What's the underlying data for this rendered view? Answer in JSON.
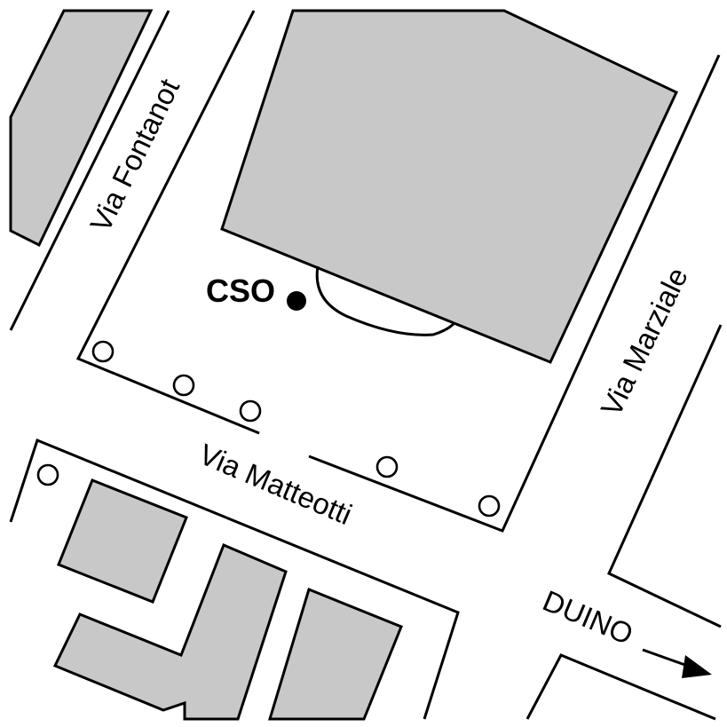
{
  "streets": {
    "fontanot": "Via Fontanot",
    "marziale": "Via Marziale",
    "matteotti": "Via Matteotti"
  },
  "station": {
    "label": "CSO",
    "marker_color": "#000000"
  },
  "direction": {
    "label": "DUINO",
    "arrow": "right-arrow-icon"
  },
  "colors": {
    "building": "#c8c8c8",
    "outline": "#000000",
    "background": "#ffffff"
  }
}
